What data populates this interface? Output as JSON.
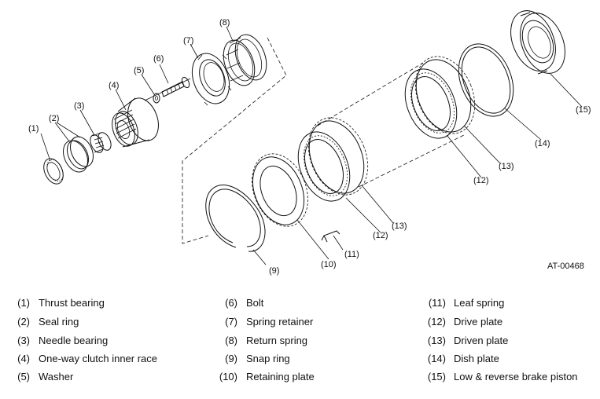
{
  "figure_code": "AT-00468",
  "parts": [
    {
      "num": "(1)",
      "label": "Thrust bearing"
    },
    {
      "num": "(2)",
      "label": "Seal ring"
    },
    {
      "num": "(3)",
      "label": "Needle bearing"
    },
    {
      "num": "(4)",
      "label": "One-way clutch inner race"
    },
    {
      "num": "(5)",
      "label": "Washer"
    },
    {
      "num": "(6)",
      "label": "Bolt"
    },
    {
      "num": "(7)",
      "label": "Spring retainer"
    },
    {
      "num": "(8)",
      "label": "Return spring"
    },
    {
      "num": "(9)",
      "label": "Snap ring"
    },
    {
      "num": "(10)",
      "label": "Retaining plate"
    },
    {
      "num": "(11)",
      "label": "Leaf spring"
    },
    {
      "num": "(12)",
      "label": "Drive plate"
    },
    {
      "num": "(13)",
      "label": "Driven plate"
    },
    {
      "num": "(14)",
      "label": "Dish plate"
    },
    {
      "num": "(15)",
      "label": "Low & reverse brake piston"
    }
  ],
  "callouts": [
    "(1)",
    "(2)",
    "(3)",
    "(4)",
    "(5)",
    "(6)",
    "(7)",
    "(8)",
    "(9)",
    "(10)",
    "(11)",
    "(12)",
    "(12)",
    "(13)",
    "(13)",
    "(14)",
    "(15)"
  ]
}
